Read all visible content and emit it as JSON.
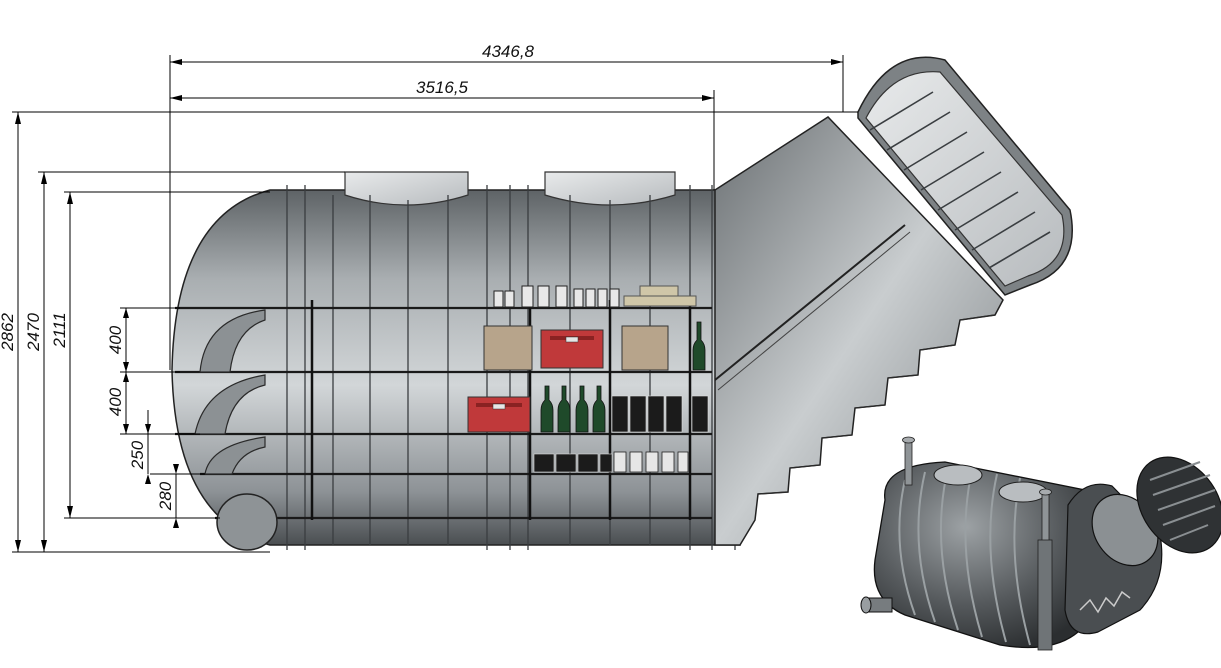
{
  "dimensions": {
    "overall_length": "4346,8",
    "body_length": "3516,5",
    "total_height": "2862",
    "height_to_neck": "2470",
    "body_height": "2111",
    "shelf_1": "400",
    "shelf_2": "400",
    "shelf_3": "250",
    "bottom_step": "280"
  },
  "colors": {
    "tank_body": "#9aa0a4",
    "tank_dark": "#55595c",
    "crate_red": "#c0393a",
    "box_tan": "#b5a48c",
    "bottle_green": "#1f4a2a"
  }
}
